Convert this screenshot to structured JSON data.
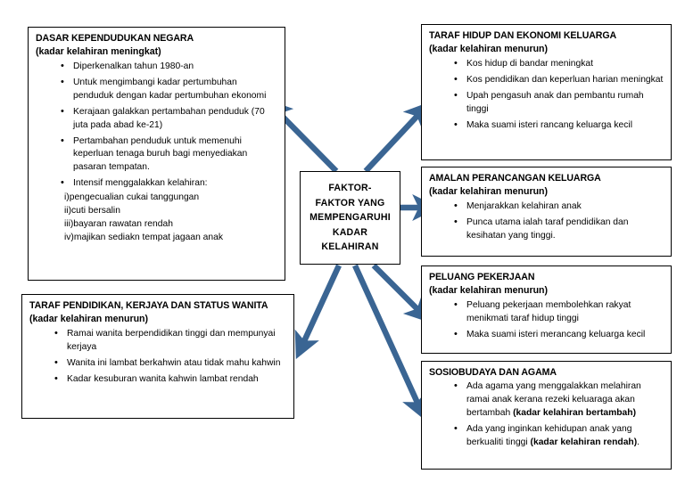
{
  "theme": {
    "arrow_color": "#3a6593",
    "border_color": "#000000",
    "background": "#ffffff",
    "text_color": "#000000"
  },
  "center": {
    "label": "FAKTOR-FAKTOR YANG MEMPENGARUHI KADAR KELAHIRAN",
    "lines": [
      "FAKTOR-",
      "FAKTOR YANG",
      "MEMPENGARUHI",
      "KADAR",
      "KELAHIRAN"
    ]
  },
  "boxes": {
    "dasar": {
      "title": "DASAR KEPENDUDUKAN NEGARA",
      "subtitle": "(kadar kelahiran meningkat)",
      "bullets": [
        "Diperkenalkan tahun 1980-an",
        "Untuk mengimbangi kadar pertumbuhan penduduk dengan kadar pertumbuhan ekonomi",
        "Kerajaan galakkan pertambahan penduduk (70 juta pada abad ke-21)",
        "Pertambahan penduduk untuk memenuhi keperluan tenaga buruh bagi menyediakan pasaran tempatan.",
        "Intensif menggalakkan kelahiran:"
      ],
      "sub_items": [
        "i)pengecualian cukai tanggungan",
        "ii)cuti bersalin",
        "iii)bayaran rawatan rendah",
        "iv)majikan sediakn tempat jagaan anak"
      ]
    },
    "pendidikan": {
      "title": "TARAF PENDIDIKAN, KERJAYA DAN STATUS WANITA",
      "subtitle": "(kadar kelahiran menurun)",
      "bullets": [
        "Ramai wanita berpendidikan tinggi dan mempunyai kerjaya",
        "Wanita ini lambat berkahwin atau tidak mahu kahwin",
        "Kadar kesuburan wanita kahwin lambat rendah"
      ]
    },
    "taraf_hidup": {
      "title": "TARAF HIDUP DAN EKONOMI KELUARGA",
      "subtitle": "(kadar kelahiran menurun)",
      "bullets": [
        "Kos hidup di bandar meningkat",
        "Kos pendidikan dan keperluan harian meningkat",
        "Upah pengasuh anak dan pembantu rumah tinggi",
        "Maka suami isteri rancang keluarga kecil"
      ]
    },
    "amalan": {
      "title": "AMALAN PERANCANGAN KELUARGA",
      "subtitle": "(kadar kelahiran menurun)",
      "bullets": [
        "Menjarakkan kelahiran anak",
        "Punca utama ialah taraf pendidikan dan kesihatan yang tinggi."
      ]
    },
    "peluang": {
      "title": "PELUANG PEKERJAAN",
      "subtitle": "(kadar kelahiran menurun)",
      "bullets": [
        "Peluang pekerjaan membolehkan rakyat menikmati taraf hidup tinggi",
        "Maka suami isteri merancang keluarga kecil"
      ]
    },
    "sosiobudaya": {
      "title": "SOSIOBUDAYA DAN AGAMA",
      "subtitle": "",
      "bullet_1_plain": "Ada agama yang menggalakkan melahiran ramai anak kerana rezeki keluaraga akan bertambah ",
      "bullet_1_bold": "(kadar kelahiran bertambah)",
      "bullet_2_plain": "Ada yang inginkan kehidupan anak yang berkualiti tinggi ",
      "bullet_2_bold": "(kadar kelahiran rendah)",
      "bullet_2_tail": "."
    }
  },
  "arrows": [
    {
      "name": "arrow-center-to-dasar",
      "from": "center",
      "to": "dasar"
    },
    {
      "name": "arrow-center-to-taraf-hidup",
      "from": "center",
      "to": "taraf_hidup"
    },
    {
      "name": "arrow-center-to-amalan",
      "from": "center",
      "to": "amalan"
    },
    {
      "name": "arrow-center-to-pendidikan",
      "from": "center",
      "to": "pendidikan"
    },
    {
      "name": "arrow-center-to-peluang",
      "from": "center",
      "to": "peluang"
    },
    {
      "name": "arrow-center-to-sosiobudaya",
      "from": "center",
      "to": "sosiobudaya"
    }
  ]
}
